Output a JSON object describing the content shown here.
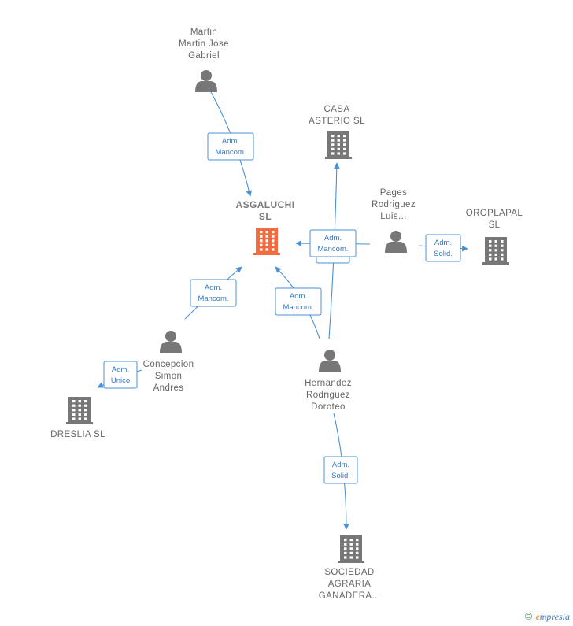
{
  "nodes": [
    {
      "id": "asgaluchi",
      "type": "company",
      "main": true,
      "label": [
        "ASGALUCHI",
        "SL"
      ]
    },
    {
      "id": "martin",
      "type": "person",
      "label": [
        "Martin",
        "Martin Jose",
        "Gabriel"
      ]
    },
    {
      "id": "casa",
      "type": "company",
      "label": [
        "CASA",
        "ASTERIO  SL"
      ]
    },
    {
      "id": "pages",
      "type": "person",
      "label": [
        "Pages",
        "Rodriguez",
        "Luis..."
      ]
    },
    {
      "id": "oroplapal",
      "type": "company",
      "label": [
        "OROPLAPAL",
        "SL"
      ]
    },
    {
      "id": "concepcion",
      "type": "person",
      "label": [
        "Concepcion",
        "Simon",
        "Andres"
      ]
    },
    {
      "id": "dreslia",
      "type": "company",
      "label": [
        "DRESLIA  SL"
      ]
    },
    {
      "id": "hernandez",
      "type": "person",
      "label": [
        "Hernandez",
        "Rodriguez",
        "Doroteo"
      ]
    },
    {
      "id": "sociedad",
      "type": "company",
      "label": [
        "SOCIEDAD",
        "AGRARIA",
        "GANADERA..."
      ]
    }
  ],
  "edges": [
    {
      "from": "martin",
      "to": "asgaluchi",
      "label": [
        "Adm.",
        "Mancom."
      ]
    },
    {
      "from": "hernandez",
      "to": "casa",
      "label": [
        "Adm.",
        "Solid."
      ]
    },
    {
      "from": "pages",
      "to": "asgaluchi",
      "label": [
        "Adm.",
        "Mancom."
      ]
    },
    {
      "from": "pages",
      "to": "oroplapal",
      "label": [
        "Adm.",
        "Solid."
      ]
    },
    {
      "from": "concepcion",
      "to": "asgaluchi",
      "label": [
        "Adm.",
        "Mancom."
      ]
    },
    {
      "from": "concepcion",
      "to": "dreslia",
      "label": [
        "Adm.",
        "Unico"
      ]
    },
    {
      "from": "hernandez",
      "to": "asgaluchi",
      "label": [
        "Adm.",
        "Mancom."
      ]
    },
    {
      "from": "hernandez",
      "to": "sociedad",
      "label": [
        "Adm.",
        "Solid."
      ]
    }
  ],
  "colors": {
    "main_company": "#f26a3d",
    "node": "#777777",
    "edge": "#4a90d9"
  },
  "credit": {
    "copyright": "©",
    "brand_initial": "e",
    "brand_rest": "mpresia"
  }
}
